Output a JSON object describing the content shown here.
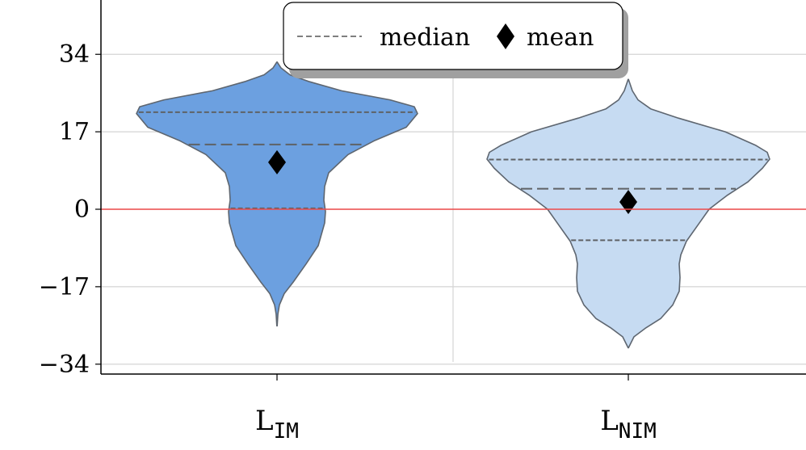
{
  "chart_data": {
    "type": "violin",
    "y_ticks": [
      34,
      17,
      0,
      -17,
      -34
    ],
    "y_tick_labels": [
      "34",
      "17",
      "0",
      "−17",
      "−34"
    ],
    "ylim": [
      -36.5,
      46.5
    ],
    "zero_line": 0,
    "legend": {
      "median_label": "median",
      "mean_label": "mean",
      "placement": "top-center"
    },
    "categories": [
      {
        "label_main": "L",
        "label_sub": "IM",
        "color": "#6ca0e0",
        "mean": 10.3,
        "median": 14.2,
        "q1": 0.2,
        "q3": 21.3,
        "min": -25.6,
        "max": 32.3,
        "profile": [
          [
            -25.6,
            0.2
          ],
          [
            -23.0,
            1.1
          ],
          [
            -21.0,
            3.0
          ],
          [
            -18.5,
            9.0
          ],
          [
            -16.0,
            20.0
          ],
          [
            -12.0,
            36.0
          ],
          [
            -8.0,
            51.0
          ],
          [
            -3.0,
            59.0
          ],
          [
            -0.5,
            60.0
          ],
          [
            2.0,
            58.0
          ],
          [
            5.0,
            59.0
          ],
          [
            8.0,
            64.0
          ],
          [
            12.0,
            88.0
          ],
          [
            15.0,
            120.0
          ],
          [
            18.0,
            160.0
          ],
          [
            21.0,
            174.0
          ],
          [
            22.5,
            170.0
          ],
          [
            24.0,
            140.0
          ],
          [
            26.0,
            80.0
          ],
          [
            28.0,
            40.0
          ],
          [
            29.5,
            16.0
          ],
          [
            31.0,
            5.0
          ],
          [
            32.3,
            0.2
          ]
        ]
      },
      {
        "label_main": "L",
        "label_sub": "NIM",
        "color": "#c6dbf2",
        "mean": 1.6,
        "median": 4.5,
        "q1": -6.8,
        "q3": 10.9,
        "min": -30.4,
        "max": 28.5,
        "profile": [
          [
            -30.4,
            0.2
          ],
          [
            -28.0,
            7.0
          ],
          [
            -26.0,
            22.0
          ],
          [
            -24.0,
            40.0
          ],
          [
            -21.0,
            55.0
          ],
          [
            -18.0,
            63.0
          ],
          [
            -15.0,
            64.0
          ],
          [
            -12.0,
            63.0
          ],
          [
            -10.0,
            65.0
          ],
          [
            -7.0,
            72.0
          ],
          [
            -3.0,
            88.0
          ],
          [
            0.0,
            100.0
          ],
          [
            3.0,
            122.0
          ],
          [
            6.0,
            148.0
          ],
          [
            9.0,
            166.0
          ],
          [
            11.0,
            175.0
          ],
          [
            12.5,
            172.0
          ],
          [
            14.0,
            158.0
          ],
          [
            17.0,
            120.0
          ],
          [
            20.0,
            62.0
          ],
          [
            22.0,
            28.0
          ],
          [
            24.0,
            12.0
          ],
          [
            26.0,
            5.0
          ],
          [
            28.5,
            0.2
          ]
        ]
      }
    ]
  }
}
